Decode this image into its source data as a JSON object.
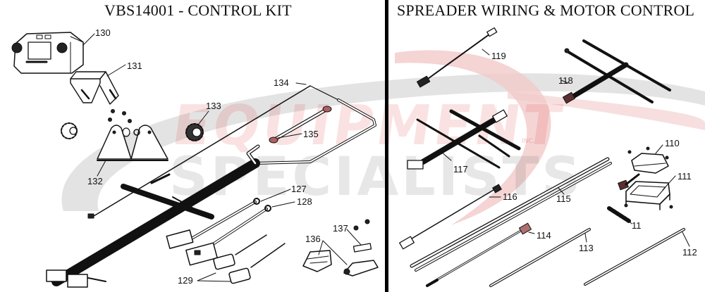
{
  "titles": {
    "left": "VBS14001 - CONTROL KIT",
    "right": "SPREADER WIRING & MOTOR CONTROL"
  },
  "watermark": {
    "line1": "EQUIPMENT",
    "line2": "SPECIALISTS",
    "suffix": "INC.",
    "colors": {
      "swoosh_gray": "#d9d9d9",
      "swoosh_red": "#f3c6c6",
      "text_red": "#e8a0a0",
      "text_gray": "#cfcfcf"
    }
  },
  "callouts": {
    "c130": "130",
    "c131": "131",
    "c132": "132",
    "c133": "133",
    "c134": "134",
    "c135": "135",
    "c127": "127",
    "c128": "128",
    "c129": "129",
    "c136": "136",
    "c137": "137",
    "c119": "119",
    "c118": "118",
    "c117": "117",
    "c116": "116",
    "c115": "115",
    "c114": "114",
    "c113": "113",
    "c112": "112",
    "c111": "111",
    "c110": "110",
    "c11": "11"
  },
  "parts_left": [
    {
      "callout": "130",
      "part": "controller"
    },
    {
      "callout": "131",
      "part": "mounting-bracket"
    },
    {
      "callout": "132",
      "part": "bracket-plates"
    },
    {
      "callout": "133",
      "part": "knob"
    },
    {
      "callout": "134",
      "part": "main-harness"
    },
    {
      "callout": "135",
      "part": "jumper-cable"
    },
    {
      "callout": "127",
      "part": "power-lead"
    },
    {
      "callout": "128",
      "part": "ground-lead"
    },
    {
      "callout": "129",
      "part": "fuse-holders"
    },
    {
      "callout": "136",
      "part": "switch-assembly"
    },
    {
      "callout": "137",
      "part": "mount-hardware"
    }
  ],
  "parts_right": [
    {
      "callout": "119",
      "part": "extension-harness"
    },
    {
      "callout": "118",
      "part": "t-harness"
    },
    {
      "callout": "117",
      "part": "spreader-harness"
    },
    {
      "callout": "116",
      "part": "adapter-cable"
    },
    {
      "callout": "115",
      "part": "power-cable-pair"
    },
    {
      "callout": "114",
      "part": "motor-lead"
    },
    {
      "callout": "113",
      "part": "ground-strap"
    },
    {
      "callout": "112",
      "part": "battery-cable"
    },
    {
      "callout": "111",
      "part": "motor-control-enclosure"
    },
    {
      "callout": "110",
      "part": "motor-control-module"
    },
    {
      "callout": "11",
      "part": "grommet-hardware"
    }
  ]
}
